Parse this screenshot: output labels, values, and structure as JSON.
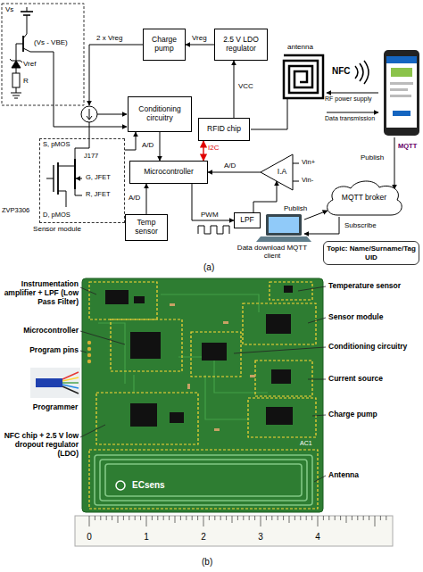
{
  "diagram": {
    "nodes": [
      {
        "text": [
          "Charge pump"
        ]
      },
      {
        "text": [
          "2.5 V LDO regulator"
        ]
      },
      {
        "text": [
          "Conditioning circuitry"
        ]
      },
      {
        "text": [
          "RFID chip"
        ]
      },
      {
        "text": [
          "Microcontroller"
        ]
      },
      {
        "text": [
          "I.A"
        ]
      },
      {
        "text": [
          "Temp sensor"
        ]
      },
      {
        "text": [
          "LPF"
        ]
      },
      {
        "text": [
          "MQTT broker"
        ]
      },
      {
        "text": [
          "Topic: Name/Surname/Tag UID"
        ]
      },
      {
        "text": [
          "Sensor module"
        ]
      }
    ],
    "edges": [
      {
        "from": 1,
        "to": 0,
        "label": "Vreg",
        "arrow": "to"
      },
      {
        "from": 3,
        "to": 1,
        "label": "VCC",
        "arrow": "to"
      },
      {
        "from": 4,
        "to": 3,
        "label": "I2C",
        "arrow": "both"
      },
      {
        "from": 2,
        "to": 4,
        "label": "A/D",
        "arrow": "to"
      },
      {
        "from": 5,
        "to": 4,
        "label": "A/D",
        "arrow": "to"
      },
      {
        "from": 6,
        "to": 4,
        "label": "A/D",
        "arrow": "to"
      },
      {
        "from": 4,
        "to": 7,
        "label": "PWM",
        "arrow": "to"
      },
      {
        "from": 7,
        "to": 5,
        "arrow": "to"
      },
      {
        "from": 10,
        "to": 2,
        "arrow": "to"
      }
    ],
    "labels": [
      "Vs",
      "(Vs - VBE)",
      "Vref",
      "R",
      "2 x Vreg",
      "antenna",
      "NFC",
      "RF power supply",
      "Data transmission",
      "S, pMOS",
      "J177",
      "G, JFET",
      "R, JFET",
      "D, pMOS",
      "ZVP3306",
      "MQTT",
      "Publish",
      "Vin+",
      "Vin-",
      "Publish",
      "Subscribe",
      "Data download MQTT client",
      "(a)",
      "Instrumentation amplifier + LPF (Low Pass Filter)",
      "Temperature sensor",
      "Sensor module",
      "Microcontroller",
      "Conditioning circuitry",
      "Program pins",
      "Current source",
      "Programmer",
      "Charge pump",
      "NFC chip + 2.5 V low dropout regulator (LDO)",
      "AC1",
      "Antenna",
      "ECsens",
      "0",
      "1",
      "2",
      "3",
      "4",
      "(b)"
    ]
  }
}
